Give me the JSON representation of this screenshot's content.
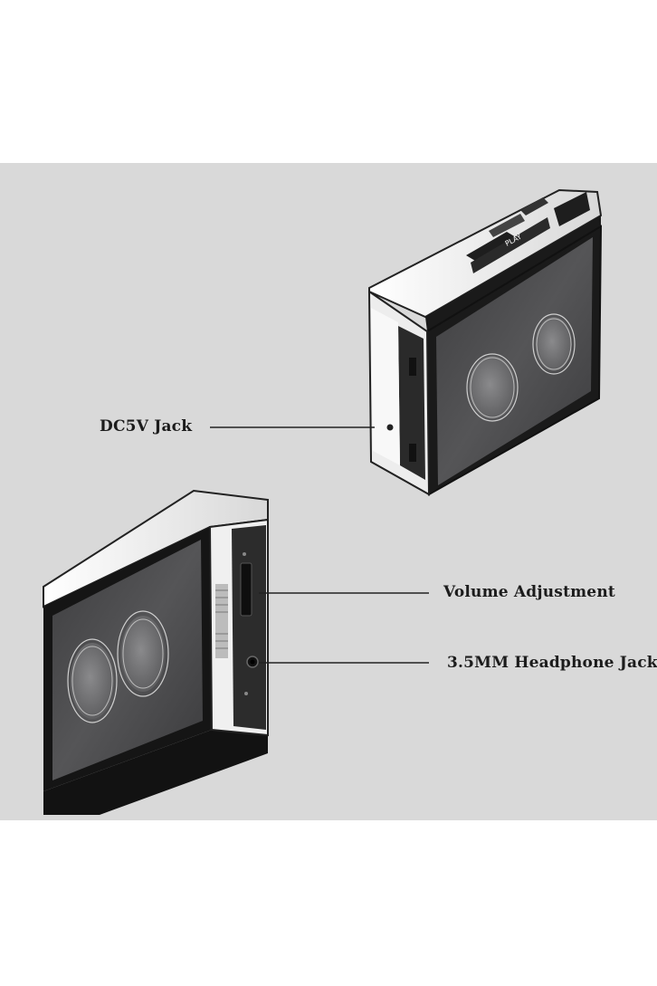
{
  "callouts": {
    "dc_jack": "DC5V Jack",
    "volume": "Volume Adjustment",
    "headphone": "3.5MM Headphone Jack"
  },
  "top_controls": {
    "play_label": "PLAY"
  },
  "colors": {
    "background": "#d9d9d9",
    "face": "#4a4a4c",
    "edge": "#151515",
    "trim": "#f2f2f2",
    "label_text": "#1c1c1c"
  }
}
